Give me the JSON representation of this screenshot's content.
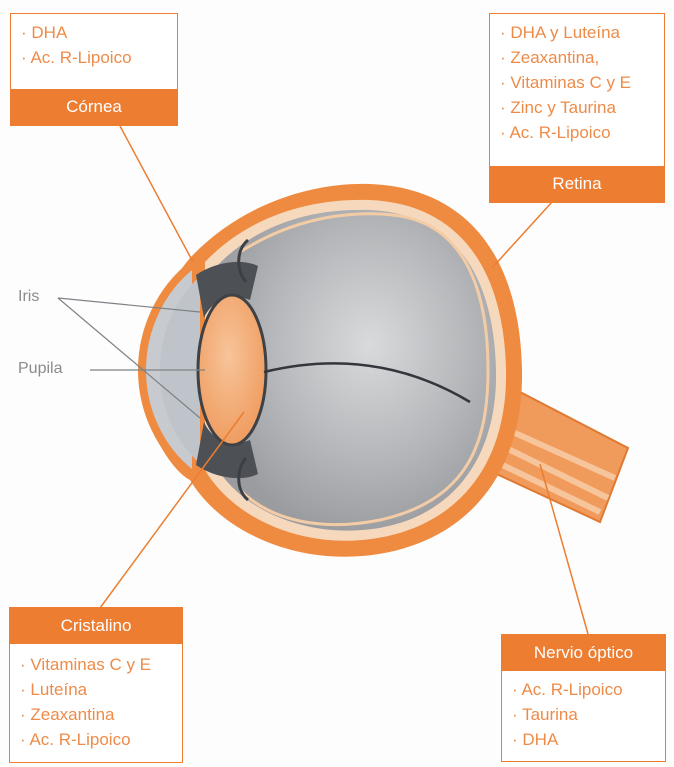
{
  "colors": {
    "accent": "#ec7d31",
    "accent_text": "#ee8b48",
    "eyeball_gray": "#a9abae",
    "label_gray": "#8b8b8b"
  },
  "cornea": {
    "title": "Córnea",
    "items": [
      "· DHA",
      "· Ac. R-Lipoico"
    ]
  },
  "retina": {
    "title": "Retina",
    "items": [
      "· DHA y Luteína",
      "· Zeaxantina,",
      "· Vitaminas C y E",
      "· Zinc y Taurina",
      "· Ac. R-Lipoico"
    ]
  },
  "lens": {
    "title": "Cristalino",
    "items": [
      "· Vitaminas C y E",
      "· Luteína",
      "· Zeaxantina",
      "· Ac. R-Lipoico"
    ]
  },
  "optic_nerve": {
    "title": "Nervio óptico",
    "items": [
      "· Ac. R-Lipoico",
      "· Taurina",
      "· DHA"
    ]
  },
  "labels": {
    "iris": "Iris",
    "pupil": "Pupila"
  }
}
